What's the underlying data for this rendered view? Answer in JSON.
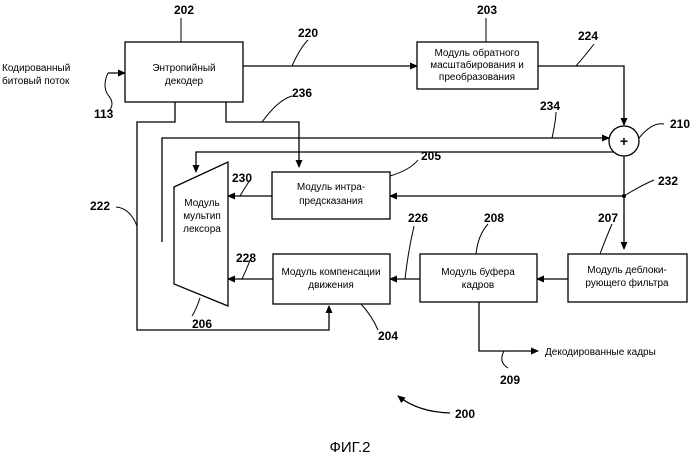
{
  "blocks": {
    "entropy_decoder": {
      "lines": [
        "Энтропийный",
        "декодер"
      ],
      "ref": "202"
    },
    "inverse_transform": {
      "lines": [
        "Модуль обратного",
        "масштабирования и",
        "преобразования"
      ],
      "ref": "203"
    },
    "intra_prediction": {
      "lines": [
        "Модуль интра-",
        "предсказания"
      ],
      "ref": "205"
    },
    "multiplexer": {
      "lines": [
        "Модуль",
        "мультип",
        "лексора"
      ],
      "ref": "206"
    },
    "motion_compensation": {
      "lines": [
        "Модуль компенсации",
        "движения"
      ],
      "ref": "204"
    },
    "frame_buffer": {
      "lines": [
        "Модуль буфера",
        "кадров"
      ],
      "ref": "208"
    },
    "deblocking_filter": {
      "lines": [
        "Модуль деблоки-",
        "рующего фильтра"
      ],
      "ref": "207"
    },
    "adder": {
      "symbol": "+",
      "ref": "210"
    }
  },
  "signals": {
    "input_label": [
      "Кодированный",
      "битовый поток"
    ],
    "input_ref": "113",
    "output_label": "Декодированные кадры",
    "output_ref": "209",
    "s220": "220",
    "s224": "224",
    "s234": "234",
    "s236": "236",
    "s232": "232",
    "s230": "230",
    "s228": "228",
    "s226": "226",
    "s222": "222"
  },
  "figure": {
    "ref": "200",
    "caption": "ФИГ.2"
  }
}
